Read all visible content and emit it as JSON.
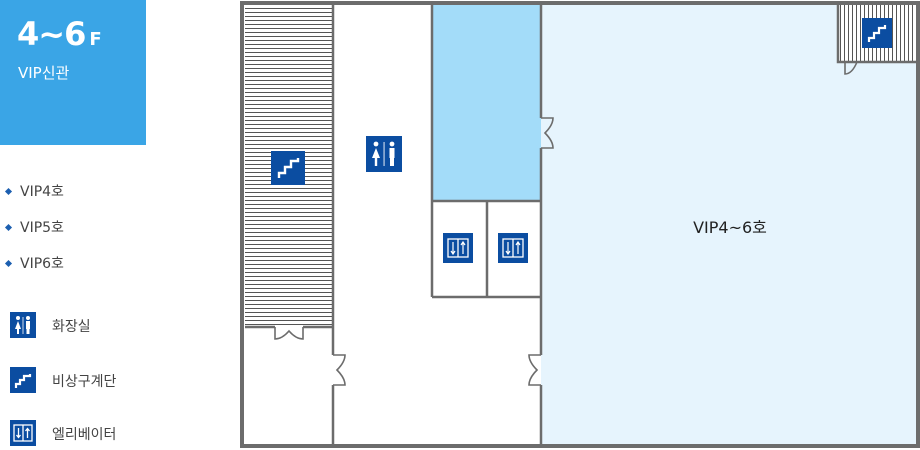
{
  "header": {
    "floor": "4~6",
    "floor_suffix": "F",
    "building": "VIP신관"
  },
  "rooms": [
    "VIP4호",
    "VIP5호",
    "VIP6호"
  ],
  "legend": [
    {
      "icon": "restroom-icon",
      "label": "화장실"
    },
    {
      "icon": "emergency-stairs-icon",
      "label": "비상구계단"
    },
    {
      "icon": "elevator-icon",
      "label": "엘리베이터"
    }
  ],
  "plan": {
    "room_label": "VIP4~6호"
  },
  "colors": {
    "brand_blue": "#3aa5e6",
    "icon_blue": "#0b4da1",
    "room_fill": "#e6f4fd",
    "core_fill": "#a3dcf9",
    "wall": "#6c6c6c"
  }
}
